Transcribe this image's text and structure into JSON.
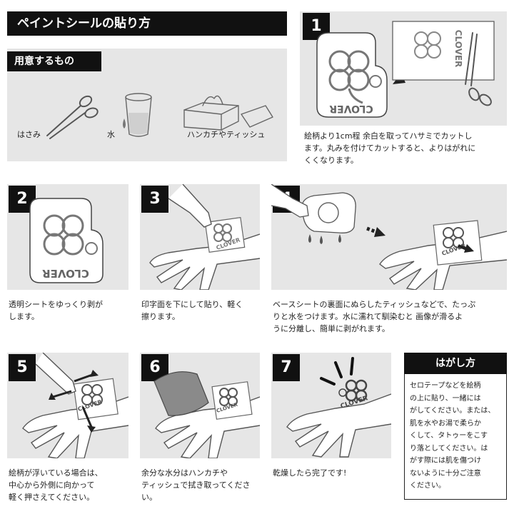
{
  "title": "ペイントシールの貼り方",
  "needed": {
    "heading": "用意するもの",
    "items": [
      {
        "label": "はさみ",
        "icon": "scissors-icon"
      },
      {
        "label": "水",
        "icon": "water-glass-icon"
      },
      {
        "label": "ハンカチやティッシュ",
        "icon": "tissue-box-icon"
      }
    ]
  },
  "sticker_text": "CLOVER",
  "steps": [
    {
      "num": "1",
      "caption": [
        "絵柄より1cm程 余白を取ってハサミでカットし",
        "ます。丸みを付けてカットすると、よりはがれに",
        "くくなります。"
      ]
    },
    {
      "num": "2",
      "caption": [
        "透明シートをゆっくり剥が",
        "します。"
      ]
    },
    {
      "num": "3",
      "caption": [
        "印字面を下にして貼り、軽く",
        "擦ります。"
      ]
    },
    {
      "num": "4",
      "caption": [
        "ベースシートの裏面にぬらしたティッシュなどで、たっぷ",
        "りと水をつけます。水に濡れて馴染むと 画像が滑るよ",
        "うに分離し、簡単に剥がれます。"
      ]
    },
    {
      "num": "5",
      "caption": [
        "絵柄が浮いている場合は、",
        "中心から外側に向かって",
        "軽く押さえてください。"
      ]
    },
    {
      "num": "6",
      "caption": [
        "余分な水分はハンカチや",
        "ティッシュで拭き取ってくださ",
        "い。"
      ]
    },
    {
      "num": "7",
      "caption": [
        "乾燥したら完了です!"
      ]
    }
  ],
  "removal": {
    "heading": "はがし方",
    "lines": [
      "セロテープなどを絵柄",
      "の上に貼り、一緒には",
      "がしてください。または、",
      "肌を水やお湯で柔らか",
      "くして、タトゥーをこす",
      "り落としてください。は",
      "がす際には肌を傷つけ",
      "ないように十分ご注意",
      "ください。"
    ]
  }
}
